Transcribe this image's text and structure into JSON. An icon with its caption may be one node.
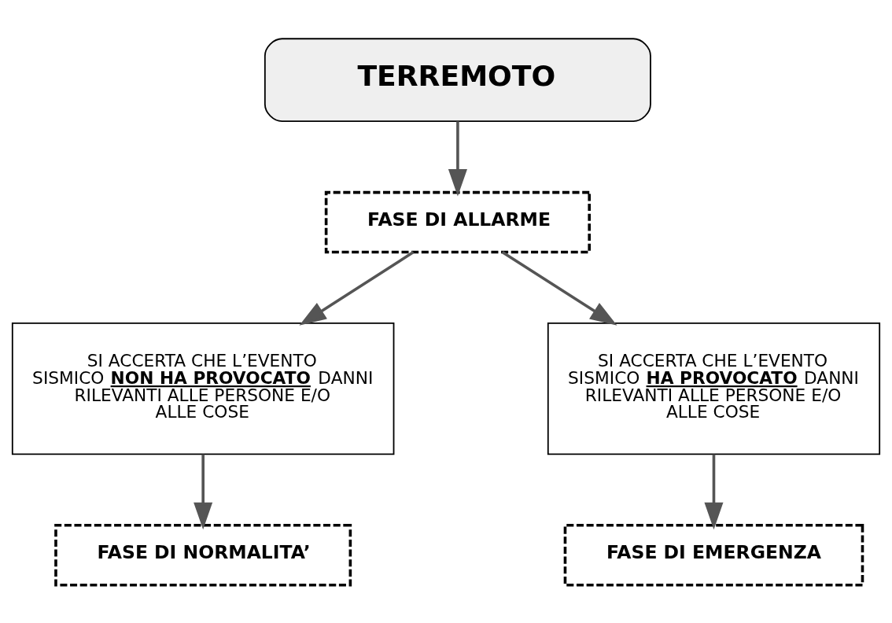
{
  "diagram": {
    "nodes": [
      {
        "text": [
          "TERREMOTO"
        ]
      },
      {
        "text": [
          "FASE DI ALLARME"
        ]
      },
      {
        "text": [
          "SI ACCERTA CHE L’EVENTO SISMICO **NON HA PROVOCATO** DANNI RILEVANTI ALLE PERSONE E/O ALLE COSE"
        ]
      },
      {
        "text": [
          "SI ACCERTA CHE L’EVENTO SISMICO **HA PROVOCATO** DANNI RILEVANTI ALLE PERSONE E/O ALLE COSE"
        ]
      },
      {
        "text": [
          "FASE DI NORMALITA’"
        ]
      },
      {
        "text": [
          "FASE DI EMERGENZA"
        ]
      }
    ],
    "edges": [
      {
        "from": 0,
        "to": 1,
        "arrow": "to"
      },
      {
        "from": 1,
        "to": 2,
        "arrow": "to"
      },
      {
        "from": 1,
        "to": 3,
        "arrow": "to"
      },
      {
        "from": 2,
        "to": 4,
        "arrow": "to"
      },
      {
        "from": 3,
        "to": 5,
        "arrow": "to"
      }
    ]
  }
}
